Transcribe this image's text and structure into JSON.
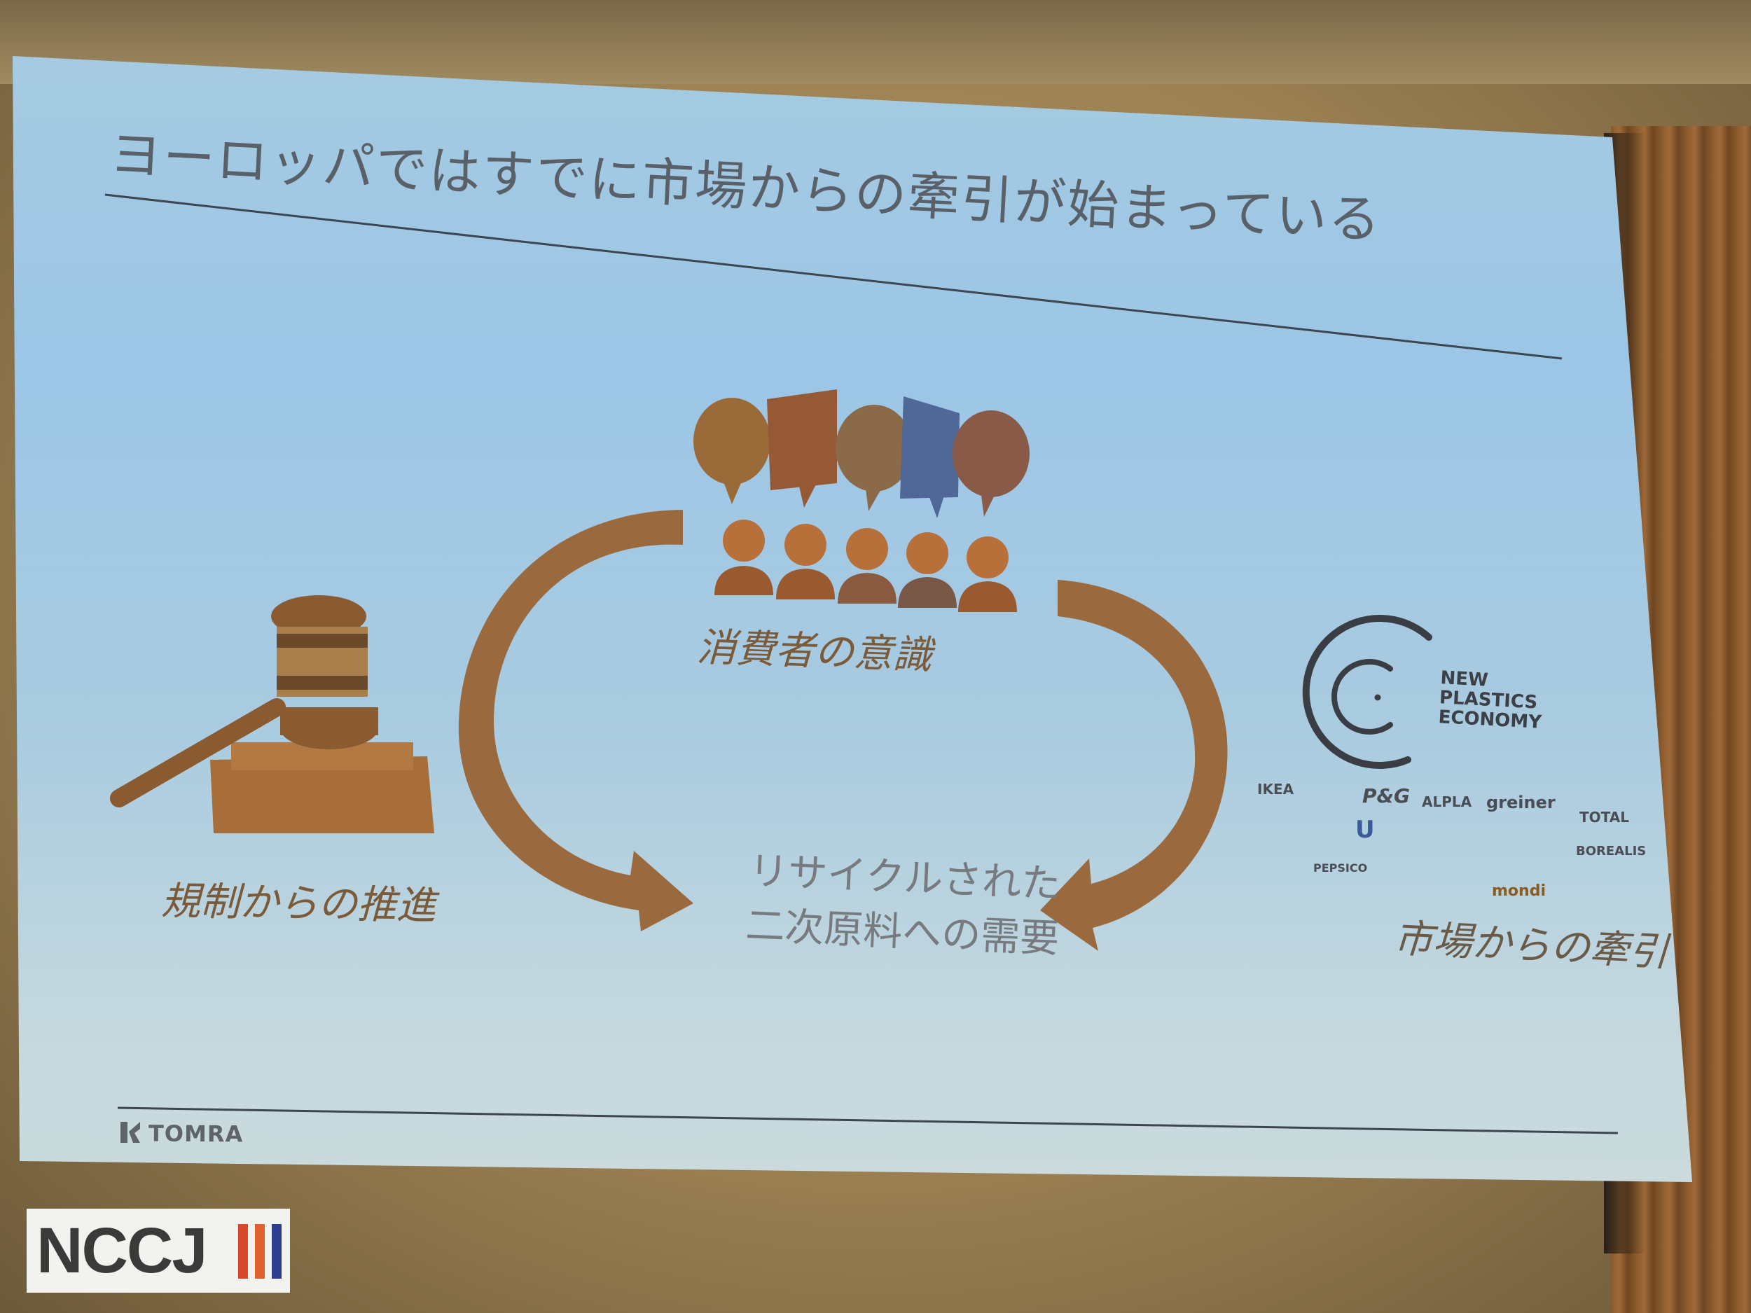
{
  "slide": {
    "title": "ヨーロッパではすでに市場からの牽引が始まっている",
    "caption_regulation": "規制からの推進",
    "caption_consumer": "消費者の意識",
    "caption_market": "市場からの牽引",
    "center_line1": "リサイクルされた",
    "center_line2": "二次原料への需要",
    "npe_logo": "NEW\nPLASTICS\nECONOMY",
    "brand_logos": [
      "IKEA",
      "P&G",
      "ALPLA",
      "greiner",
      "TOTAL",
      "U",
      "PEPSICO",
      "BOREALIS",
      "mondi"
    ],
    "footer_brand": "TOMRA"
  },
  "watermark": {
    "text": "NCCJ",
    "stripe_colors": [
      "#d9482b",
      "#e06030",
      "#2c3e8c"
    ]
  }
}
